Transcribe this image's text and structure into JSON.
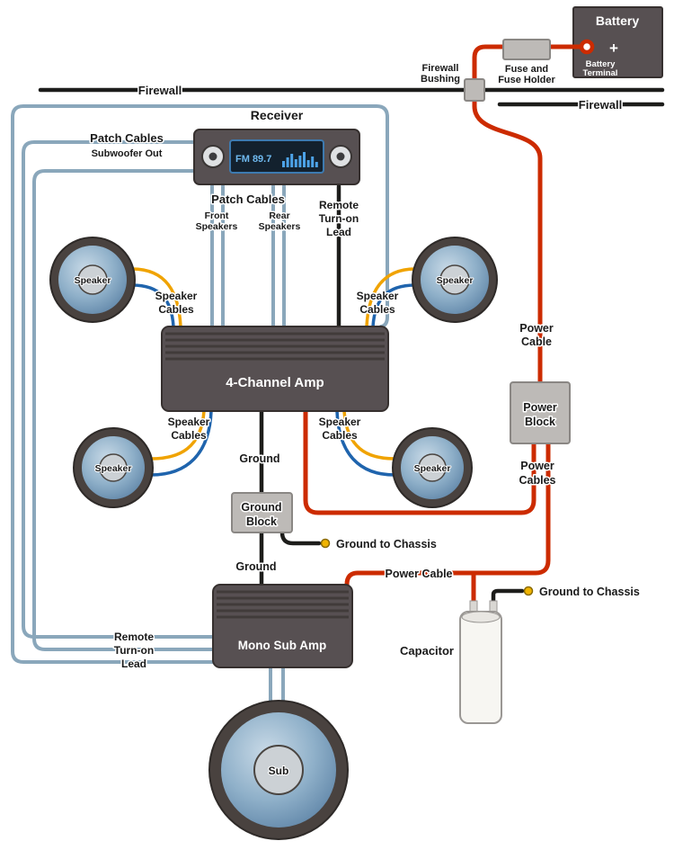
{
  "labels": {
    "receiver": "Receiver",
    "display": "FM 89.7",
    "patch_left_1": "Patch Cables",
    "patch_left_2": "Subwoofer Out",
    "patch_center": "Patch Cables",
    "front_1": "Front",
    "front_2": "Speakers",
    "rear_1": "Rear",
    "rear_2": "Speakers",
    "remote_1": "Remote",
    "remote_2": "Turn-on",
    "remote_3": "Lead",
    "firewall": "Firewall",
    "fuse_1": "Fuse and",
    "fuse_2": "Fuse Holder",
    "bushing_1": "Firewall",
    "bushing_2": "Bushing",
    "battery": "Battery",
    "battery_terminal_1": "Battery",
    "battery_terminal_2": "Terminal",
    "plus": "+",
    "speaker": "Speaker",
    "spk_cables_1": "Speaker",
    "spk_cables_2": "Cables",
    "amp4": "4-Channel Amp",
    "power": "Power",
    "cable": "Cable",
    "block": "Block",
    "cables": "Cables",
    "power_cable": "Power Cable",
    "ground": "Ground",
    "ground_block_1": "Ground",
    "ground_block_2": "Block",
    "ground_chassis": "Ground to Chassis",
    "mono": "Mono Sub Amp",
    "capacitor": "Capacitor",
    "sub": "Sub"
  },
  "colors": {
    "power_wire": "#cc2b00",
    "patch_wire": "#8aa7bb",
    "ground_wire": "#1d1d1b",
    "speaker_wire_yellow": "#f0a300",
    "speaker_wire_blue": "#1f64ad",
    "component_dark": "#575052",
    "block_gray": "#bdbab7",
    "terminal_yellow": "#f0b400",
    "display_text": "#6fb9ef"
  }
}
